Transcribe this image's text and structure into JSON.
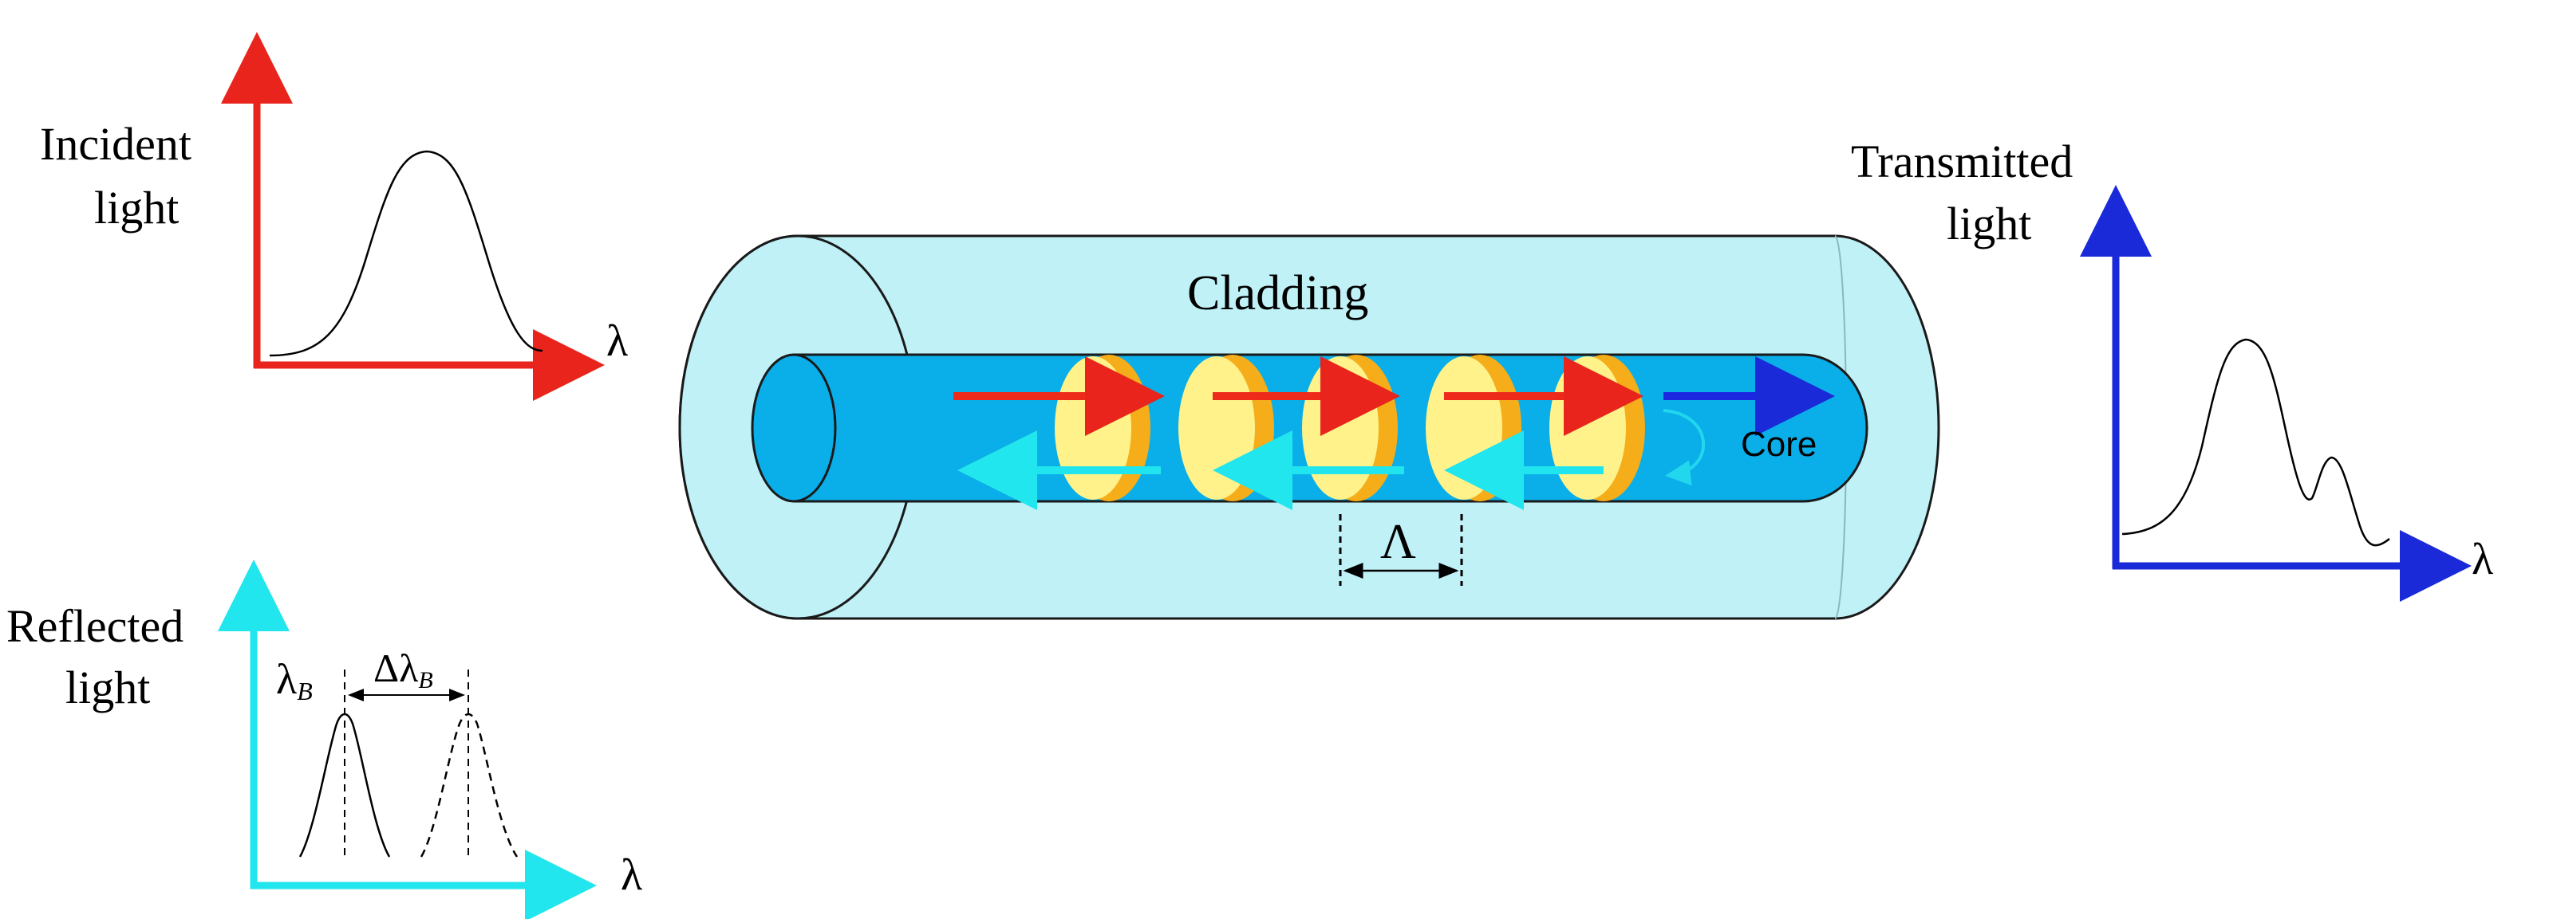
{
  "labels": {
    "incident": [
      "Incident",
      "light"
    ],
    "reflected": [
      "Reflected",
      "light"
    ],
    "transmitted": [
      "Transmitted",
      "light"
    ],
    "cladding": "Cladding",
    "core": "Core",
    "period": "Λ",
    "lambda": "λ",
    "bragg_lambda": "λ",
    "bragg_sub": "B",
    "delta_lambda": "Δλ",
    "delta_sub": "B"
  },
  "colors": {
    "incident_axis": "#e8241c",
    "reflected_axis": "#22e6ee",
    "transmitted_axis": "#1a2ad8",
    "cladding_fill": "#bff1f6",
    "core_fill": "#0aaee8",
    "grating_face": "#fff28a",
    "grating_edge": "#f5ad1a",
    "forward_arrow": "#ee2a1a",
    "backward_arrow": "#21e5ee",
    "transmitted_arrow": "#1d27e0"
  },
  "icons": {
    "incident_axis": "arrow-axis-icon",
    "reflected_axis": "arrow-axis-icon",
    "transmitted_axis": "arrow-axis-icon",
    "forward_arrow": "right-arrow-icon",
    "backward_arrow": "left-arrow-icon"
  }
}
